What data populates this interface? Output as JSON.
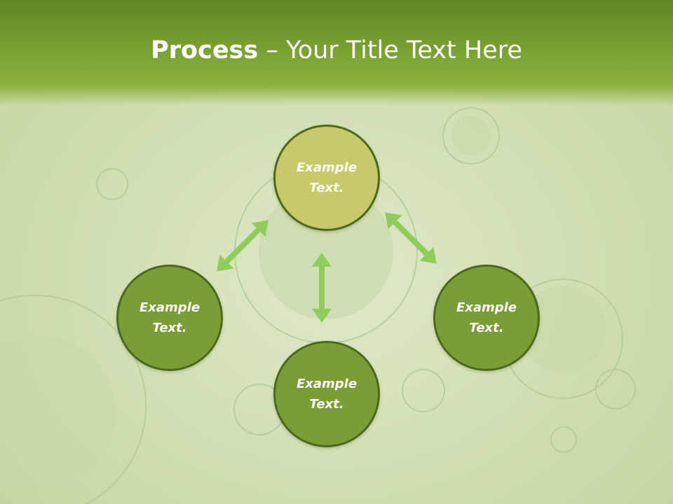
{
  "title": {
    "strong": "Process",
    "rest": " – Your Title Text Here"
  },
  "nodes": [
    {
      "id": "top",
      "text": "Example\nText."
    },
    {
      "id": "left",
      "text": "Example\nText."
    },
    {
      "id": "right",
      "text": "Example\nText."
    },
    {
      "id": "bottom",
      "text": "Example\nText."
    }
  ],
  "colors": {
    "header": "#7aa332",
    "node_top": "#c8c968",
    "node": "#7b9d35",
    "node_border": "#4c6a1e",
    "arrow": "#8fcc5a"
  }
}
